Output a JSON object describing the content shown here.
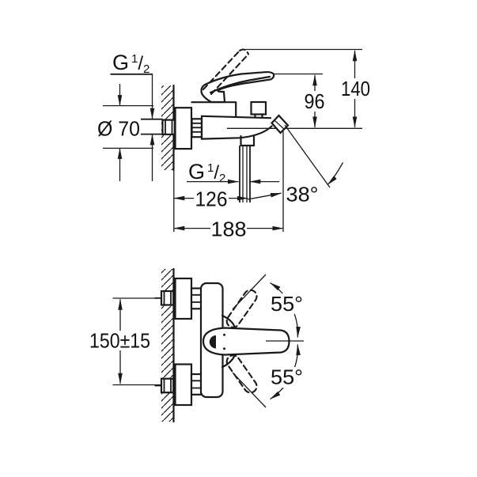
{
  "page": {
    "background": "#ffffff",
    "line_color": "#1a1a1a"
  },
  "drawing": {
    "type": "technical-dimension-drawing",
    "subject": "wall-mounted single-lever bath/shower mixer — side elevation (top) and front elevation (bottom)",
    "side_view": {
      "wall_thread_label": {
        "g": "G",
        "num": "1",
        "sep": "/",
        "den": "2"
      },
      "escutcheon_diameter": "Ø 70",
      "spout_to_handle_height": "96",
      "spout_to_open_handle_height": "140",
      "shower_outlet_thread_label": {
        "g": "G",
        "num": "1",
        "sep": "/",
        "den": "2"
      },
      "wall_to_shower_outlet": "126",
      "spout_angle": "38°",
      "wall_to_spout_tip": "188"
    },
    "front_view": {
      "connection_centers": "150±15",
      "handle_swivel_up": "55°",
      "handle_swivel_down": "55°"
    }
  }
}
